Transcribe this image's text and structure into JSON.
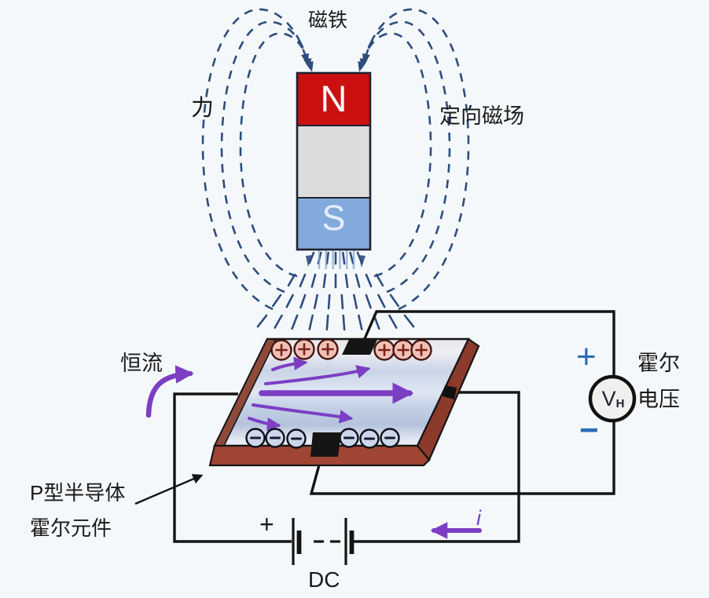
{
  "colors": {
    "background": "#f5f8fb",
    "wire": "#141414",
    "text": "#1a1a1a",
    "field_line": "#2d4d7c",
    "magnet_n_red": "#cb1010",
    "magnet_body_gray": "#dcdcdc",
    "magnet_s_blue": "#83aadc",
    "magnet_outline": "#1e2430",
    "slab_red_front": "#a04534",
    "slab_red_side": "#8c3a2b",
    "slab_red_left": "#8d4a3a",
    "charge_plus_fill": "#eec0b6",
    "charge_minus_fill": "#ccd7ea",
    "arrow_purple": "#7c3ec3",
    "sign_blue": "#2b6cb8",
    "meter_fill": "#f0f0ef"
  },
  "magnet": {
    "label": "磁铁",
    "pole_n": "N",
    "pole_s": "S",
    "force_label": "力",
    "field_label": "定向磁场"
  },
  "slab": {
    "name_line1": "P型半导体",
    "name_line2": "霍尔元件",
    "constant_current_label": "恒流",
    "positive_charge_count": 6,
    "negative_charge_count": 6,
    "plus_symbol": "+",
    "minus_symbol": "−"
  },
  "hall_meter": {
    "label_line1": "霍尔",
    "label_line2": "电压",
    "meter_v": "V",
    "meter_sub": "H",
    "plus": "+",
    "minus": "−"
  },
  "battery": {
    "plus": "+",
    "label": "DC",
    "current_symbol": "i"
  }
}
